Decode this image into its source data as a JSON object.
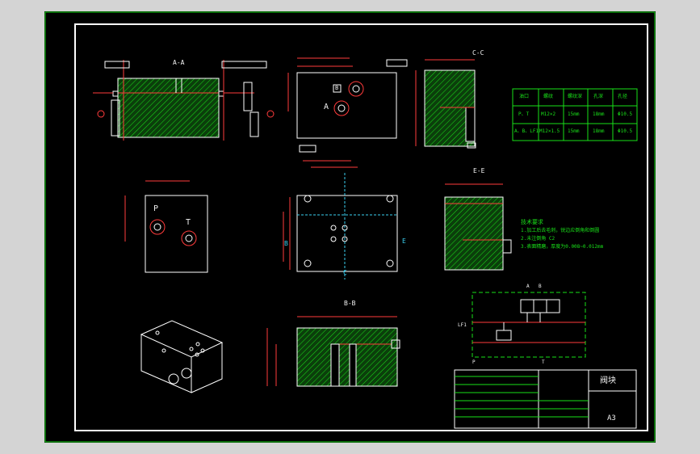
{
  "canvas": {
    "background": "#000000",
    "outer_border_color": "#19e019",
    "inner_border_color": "#ffffff"
  },
  "colors": {
    "geometry": "#ffffff",
    "hatch": "#19e019",
    "dimension": "#ff3b3b",
    "centerline": "#3ad0f0",
    "text": "#f2f2f2"
  },
  "views": {
    "section_aa": {
      "title": "A-A"
    },
    "section_cc": {
      "title": "C-C"
    },
    "section_ee": {
      "title": "E-E"
    },
    "section_bb": {
      "title": "B-B"
    },
    "top_view": {
      "port_a": "A",
      "port_b": "B"
    },
    "left_view": {
      "port_p": "P",
      "port_t": "T"
    },
    "front_view": {
      "marker_b": "B",
      "marker_c": "C",
      "marker_e": "E"
    }
  },
  "port_table": {
    "headers": [
      "油口",
      "螺纹",
      "螺纹深",
      "孔深",
      "孔径"
    ],
    "rows": [
      [
        "P、T",
        "M12×2",
        "15mm",
        "18mm",
        "Φ10.5"
      ],
      [
        "A、B、LF1",
        "M12×1.5",
        "15mm",
        "18mm",
        "Φ10.5"
      ]
    ]
  },
  "tech_requirements": {
    "title": "技术要求",
    "items": [
      "1.加工后去毛刺，锐边应倒角和倒圆",
      "2.未注倒角 C2",
      "3.表面精磨，厚度为0.008~0.012mm"
    ]
  },
  "schematic": {
    "label_a": "A",
    "label_b": "B",
    "label_p": "P",
    "label_t": "T",
    "label_lf1": "LF1"
  },
  "title_block": {
    "part_name": "阀块",
    "scale": "A3"
  }
}
